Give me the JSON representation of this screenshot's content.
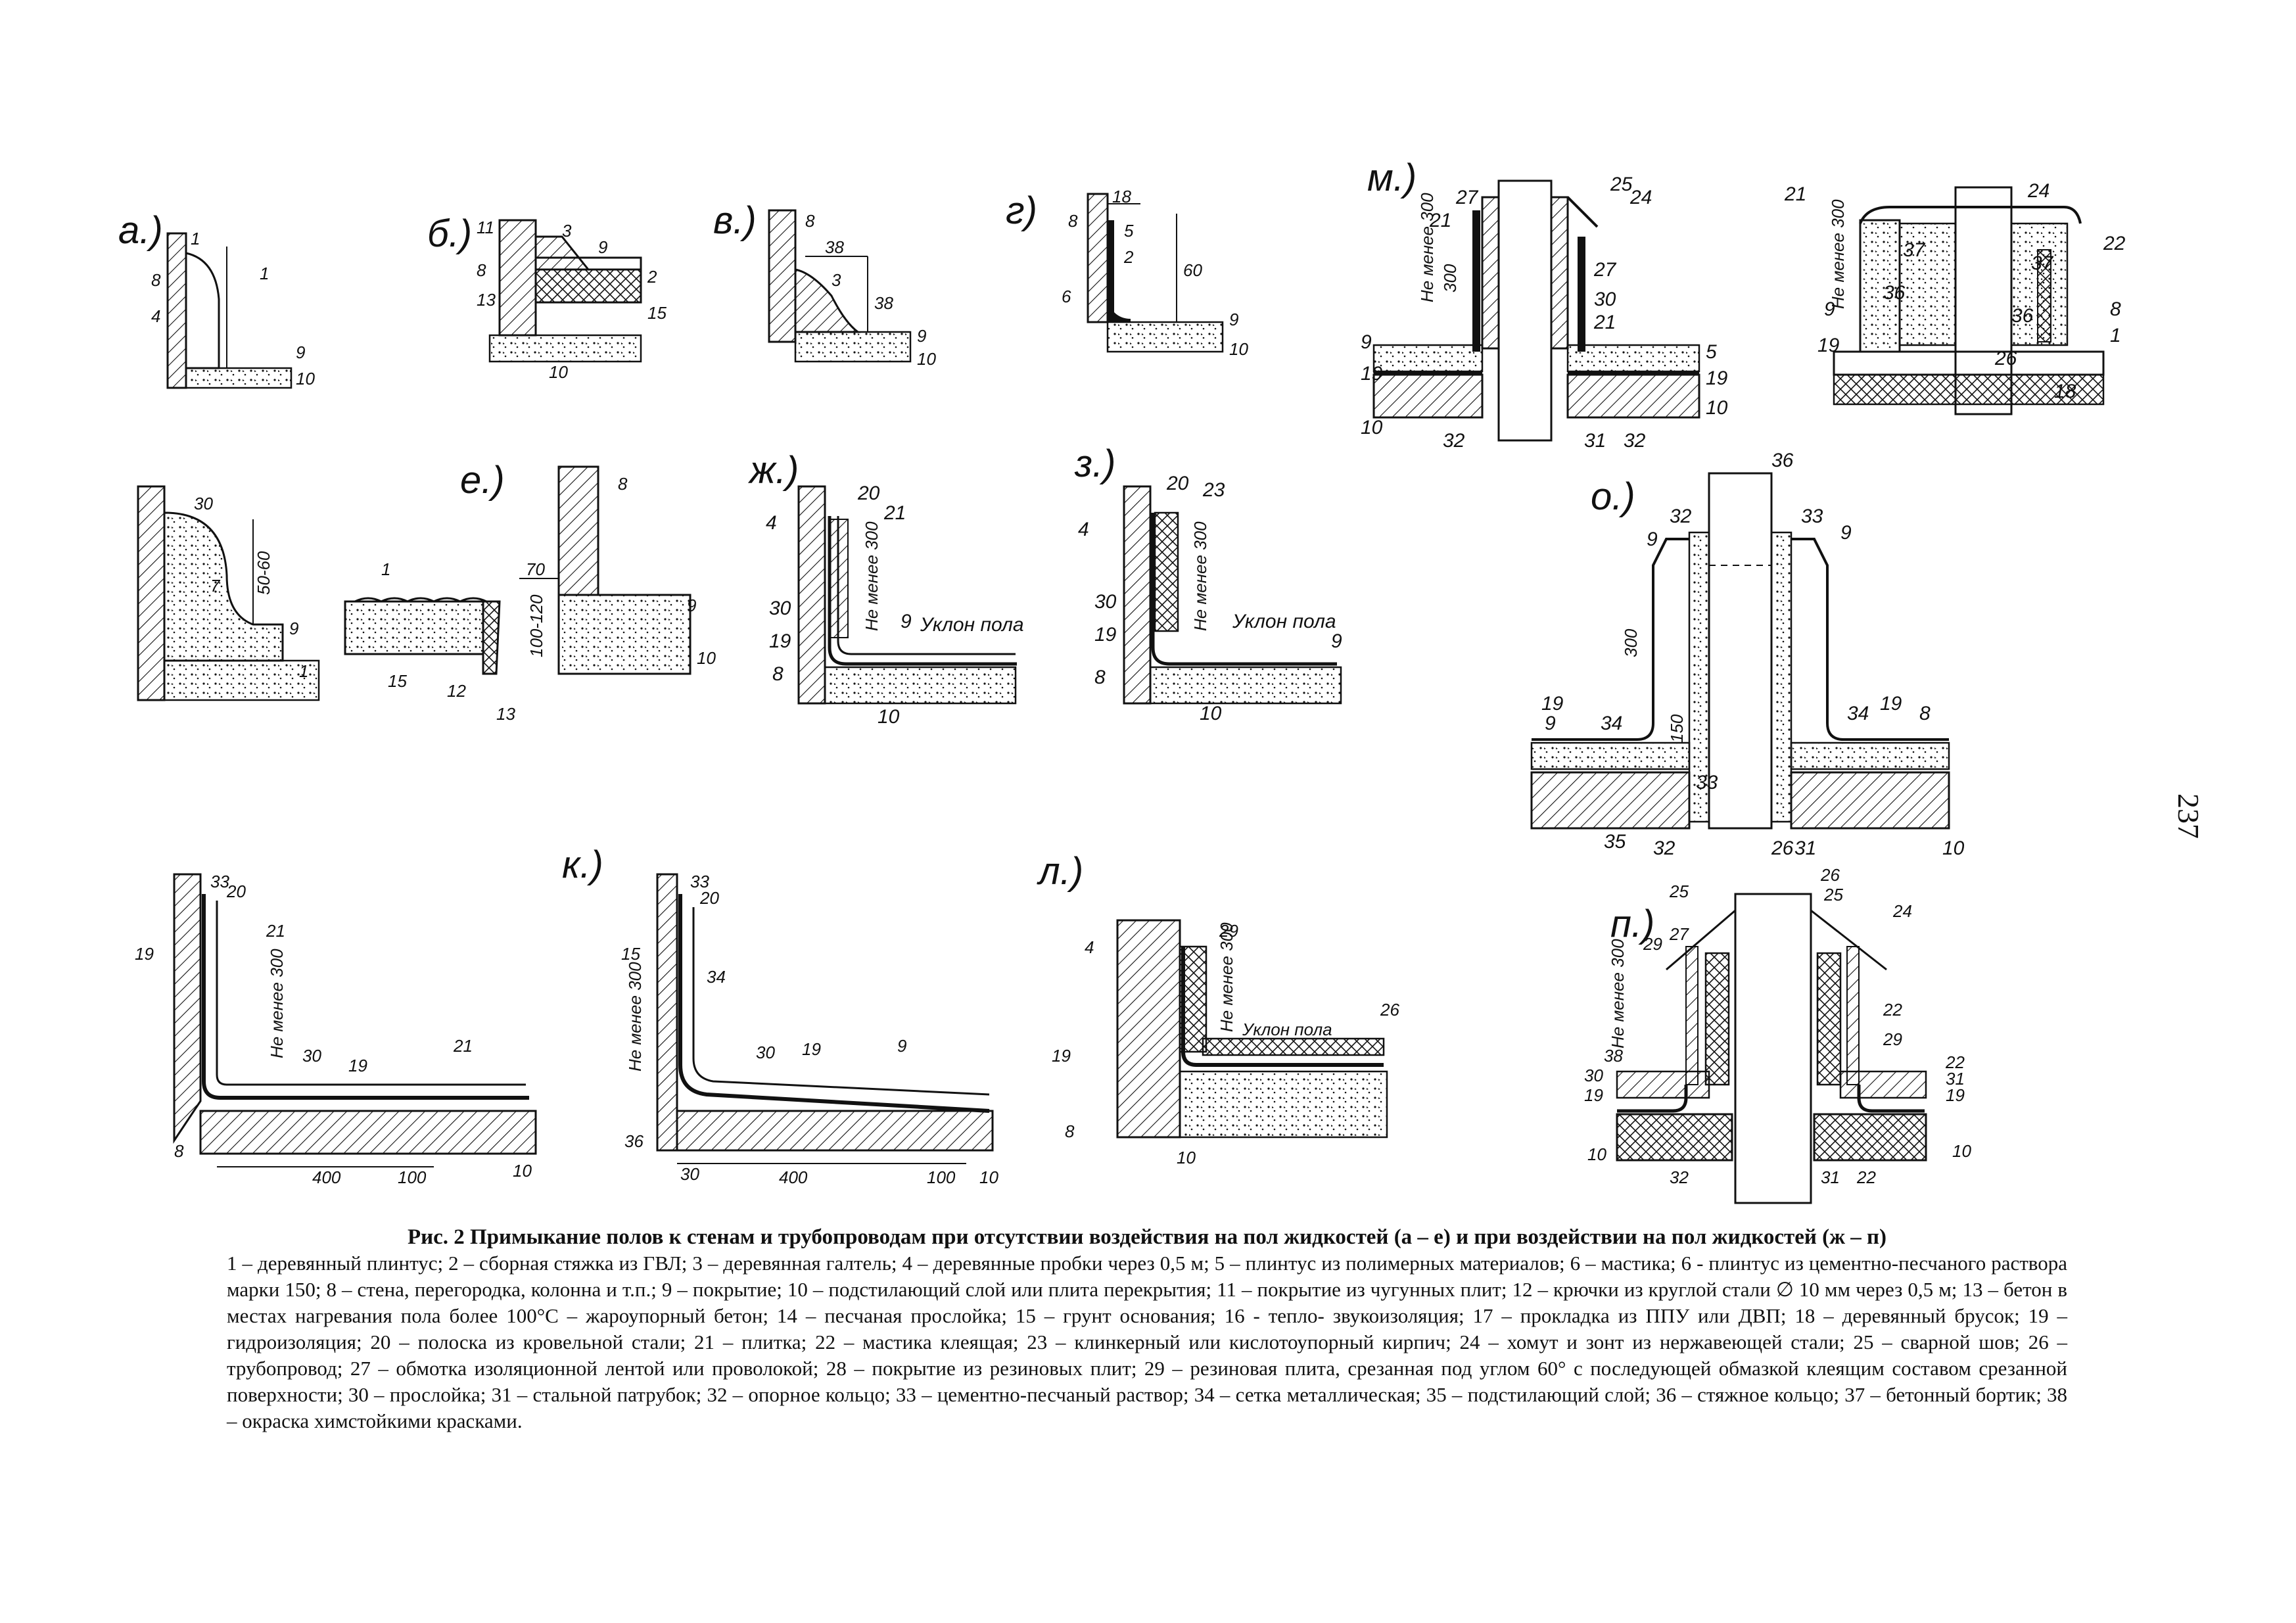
{
  "page": {
    "number": "237"
  },
  "figure": {
    "caption_title": "Рис. 2 Примыкание полов к стенам и трубопроводам при отсутствии воздействия на пол жидкостей (а – е) и при воздействии на пол жидкостей (ж – п)",
    "legend": "1 – деревянный плинтус; 2 – сборная стяжка из ГВЛ; 3 – деревянная галтель; 4 – деревянные пробки через 0,5 м; 5 – плинтус из полимерных материалов; 6 – мастика; 6 - плинтус из цементно-песчаного раствора марки 150; 8 – стена, перегородка, колонна и т.п.; 9 – покрытие; 10 – подстилающий слой или плита перекрытия; 11 – покрытие из чугунных плит; 12 – крючки из круглой стали ∅ 10 мм через 0,5 м; 13 – бетон в местах нагревания пола более 100°С – жароупорный бетон; 14 – песчаная прослойка; 15 – грунт основания; 16 - тепло- звукоизоляция; 17 – прокладка из ППУ или ДВП; 18 – деревянный брусок; 19 – гидроизоляция; 20 – полоска из кровельной стали; 21 – плитка; 22 – мастика клеящая; 23 – клинкерный или кислотоупорный кирпич; 24 – хомут и зонт из нержавеющей стали; 25 – сварной шов; 26 – трубопровод; 27 – обмотка изоляционной лентой или проволокой; 28 – покрытие из резиновых плит; 29 – резиновая плита, срезанная под углом 60° с последующей обмазкой клеящим составом срезанной поверхности; 30 – прослойка; 31 – стальной патрубок; 32 – опорное кольцо; 33 – цементно-песчаный раствор; 34 – сетка металлическая; 35 – подстилающий слой; 36 – стяжное кольцо; 37 – бетонный бортик; 38 – окраска химстойкими красками."
  },
  "details": {
    "a": "а.)",
    "b": "б.)",
    "v": "в.)",
    "g": "г)",
    "m": "м.)",
    "e": "е.)",
    "zh": "ж.)",
    "z": "з.)",
    "o": "о.)",
    "k": "к.)",
    "l": "л.)",
    "p": "п.)"
  },
  "annotations": {
    "ne_menee_300": "Не менее 300",
    "uklon_pola": "Уклон пола",
    "n300": "300",
    "n60": "60",
    "n38": "38",
    "n18": "18",
    "n70": "70",
    "n100_120": "100-120",
    "n50_60": "50-60",
    "n30": "30",
    "n400": "400",
    "n100": "100",
    "n150": "150"
  },
  "numbers": {
    "n1": "1",
    "n2": "2",
    "n3": "3",
    "n4": "4",
    "n5": "5",
    "n6": "6",
    "n7": "7",
    "n8": "8",
    "n9": "9",
    "n10": "10",
    "n11": "11",
    "n12": "12",
    "n13": "13",
    "n15": "15",
    "n19": "19",
    "n20": "20",
    "n21": "21",
    "n22": "22",
    "n23": "23",
    "n24": "24",
    "n25": "25",
    "n26": "26",
    "n27": "27",
    "n29": "29",
    "n31": "31",
    "n32": "32",
    "n33": "33",
    "n34": "34",
    "n35": "35",
    "n36": "36",
    "n37": "37"
  }
}
